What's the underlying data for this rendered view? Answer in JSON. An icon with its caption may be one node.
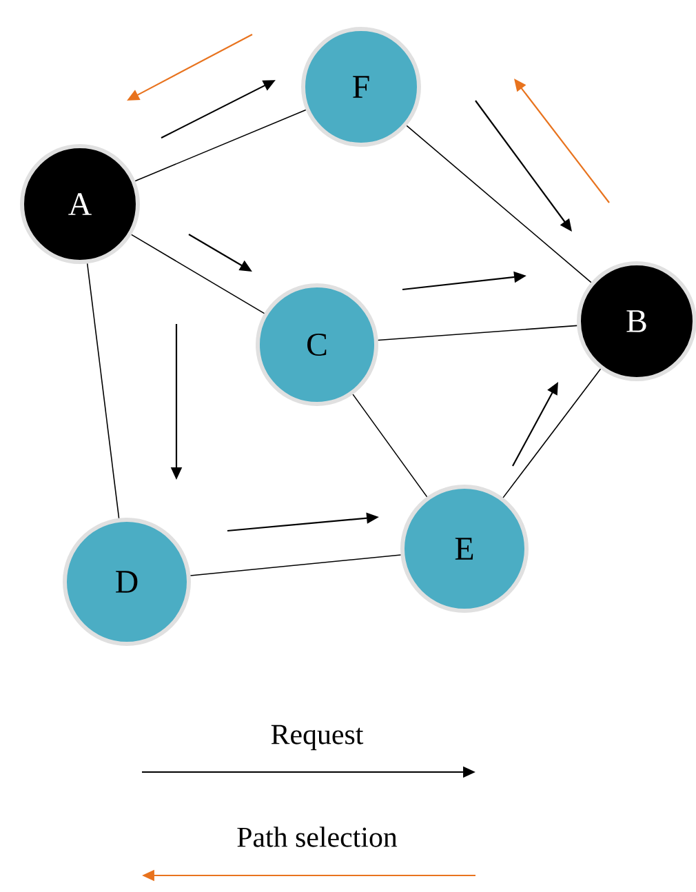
{
  "diagram": {
    "nodes": [
      {
        "text": [
          "A"
        ]
      },
      {
        "text": [
          "F"
        ]
      },
      {
        "text": [
          "C"
        ]
      },
      {
        "text": [
          "B"
        ]
      },
      {
        "text": [
          "D"
        ]
      },
      {
        "text": [
          "E"
        ]
      }
    ],
    "edges": [
      {
        "from": 0,
        "to": 1,
        "arrow": "none"
      },
      {
        "from": 0,
        "to": 2,
        "arrow": "none"
      },
      {
        "from": 0,
        "to": 4,
        "arrow": "none"
      },
      {
        "from": 1,
        "to": 3,
        "arrow": "none"
      },
      {
        "from": 2,
        "to": 3,
        "arrow": "none"
      },
      {
        "from": 2,
        "to": 5,
        "arrow": "none"
      },
      {
        "from": 4,
        "to": 5,
        "arrow": "none"
      },
      {
        "from": 5,
        "to": 3,
        "arrow": "none"
      }
    ],
    "legend": [
      {
        "text": "Request"
      },
      {
        "text": "Path selection"
      }
    ]
  }
}
